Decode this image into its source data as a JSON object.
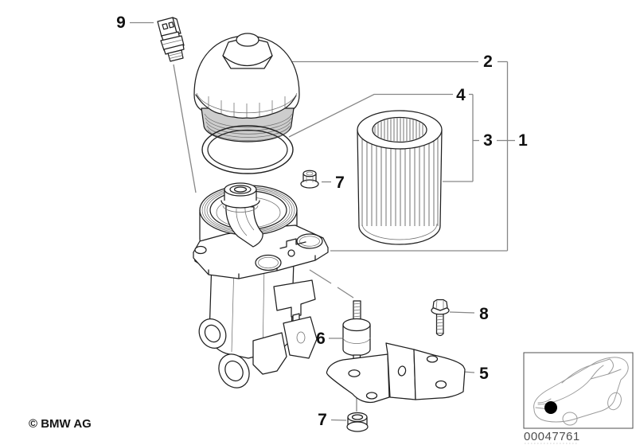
{
  "diagram": {
    "type": "exploded-parts-diagram",
    "subject": "oil filter assembly",
    "colors": {
      "outline": "#1f1f1f",
      "leader_line": "#878787",
      "shading": "#cdcdcd",
      "background": "#ffffff"
    }
  },
  "callouts": {
    "n1": "1",
    "n2": "2",
    "n3": "3",
    "n4": "4",
    "n5": "5",
    "n6": "6",
    "n7_upper": "7",
    "n7_lower": "7",
    "n8": "8",
    "n9": "9"
  },
  "footer": {
    "copyright": "© BMW AG"
  },
  "inset": {
    "image_number": "00047761"
  }
}
